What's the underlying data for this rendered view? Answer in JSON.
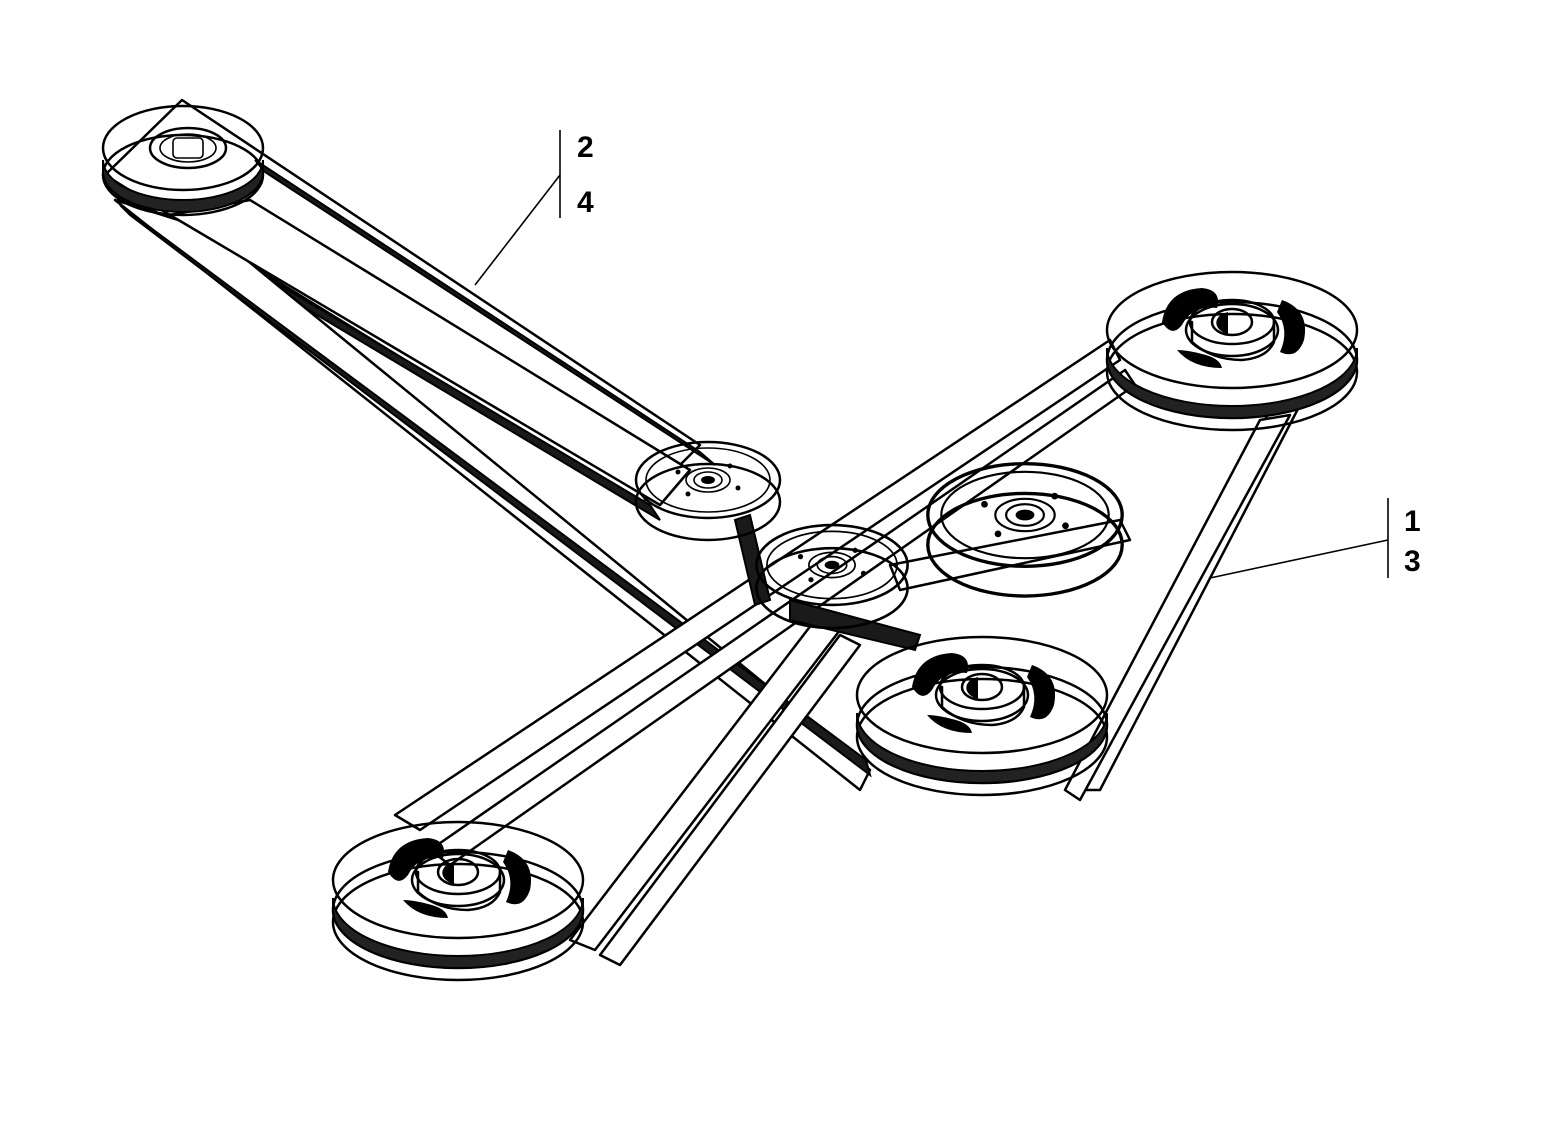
{
  "callouts": [
    {
      "id": "group-top-left",
      "labels": [
        "2",
        "4"
      ]
    },
    {
      "id": "group-right",
      "labels": [
        "1",
        "3"
      ]
    }
  ]
}
